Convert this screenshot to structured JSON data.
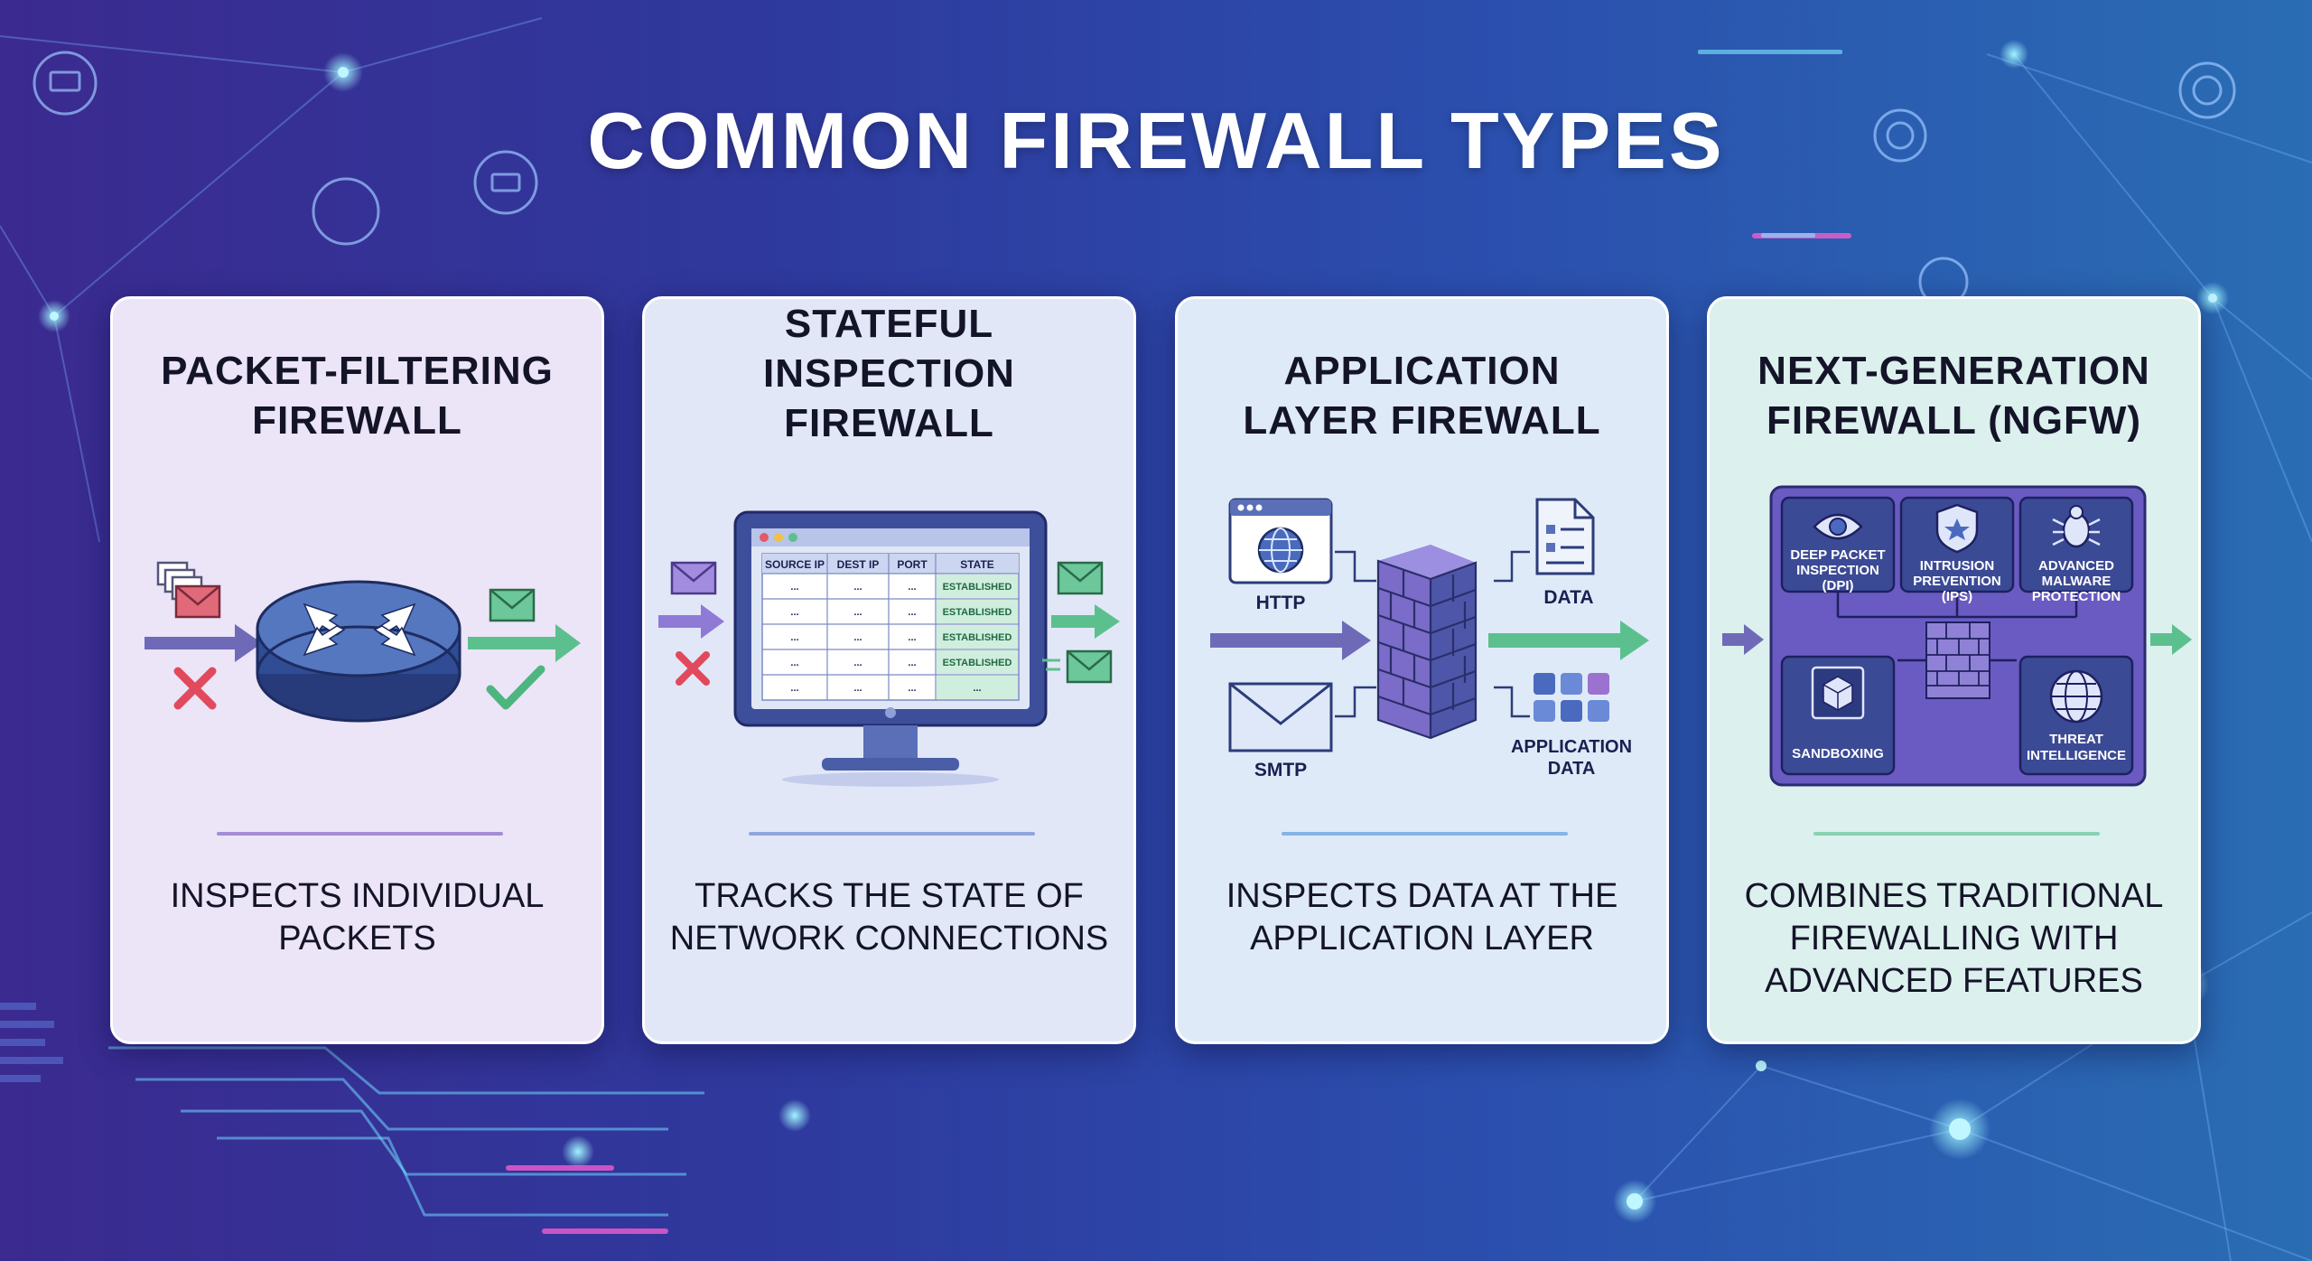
{
  "title": "COMMON FIREWALL TYPES",
  "colors": {
    "card1_bg": "#ece4f7",
    "card2_bg": "#e2e7f8",
    "card3_bg": "#dfeaf8",
    "card4_bg": "#dcf0ee",
    "divider1": "#a48cd6",
    "divider2": "#8fa7dd",
    "divider3": "#84b4e6",
    "divider4": "#86d3b1"
  },
  "cards": [
    {
      "title_lines": [
        "PACKET-FILTERING",
        "FIREWALL"
      ],
      "description_lines": [
        "INSPECTS INDIVIDUAL",
        "PACKETS"
      ],
      "icons": [
        "envelope-stack-icon",
        "router-icon",
        "deny-x-icon",
        "allow-check-icon"
      ]
    },
    {
      "title_lines": [
        "STATEFUL",
        "INSPECTION",
        "FIREWALL"
      ],
      "description_lines": [
        "TRACKS THE STATE OF",
        "NETWORK CONNECTIONS"
      ],
      "table": {
        "headers": [
          "SOURCE IP",
          "DEST IP",
          "PORT",
          "STATE"
        ],
        "rows": [
          [
            "...",
            "...",
            "...",
            "ESTABLISHED"
          ],
          [
            "...",
            "...",
            "...",
            "ESTABLISHED"
          ],
          [
            "...",
            "...",
            "...",
            "ESTABLISHED"
          ],
          [
            "...",
            "...",
            "...",
            "ESTABLISHED"
          ],
          [
            "...",
            "...",
            "...",
            "..."
          ]
        ]
      }
    },
    {
      "title_lines": [
        "APPLICATION",
        "LAYER FIREWALL"
      ],
      "description_lines": [
        "INSPECTS DATA AT THE",
        "APPLICATION LAYER"
      ],
      "labels": {
        "http": "HTTP",
        "smtp": "SMTP",
        "data": "DATA",
        "app_data_lines": [
          "APPLICATION",
          "DATA"
        ]
      }
    },
    {
      "title_lines": [
        "NEXT-GENERATION",
        "FIREWALL (NGFW)"
      ],
      "description_lines": [
        "COMBINES TRADITIONAL",
        "FIREWALLING WITH",
        "ADVANCED FEATURES"
      ],
      "modules": [
        {
          "lines": [
            "DEEP PACKET",
            "INSPECTION",
            "(DPI)"
          ],
          "icon": "eye-icon"
        },
        {
          "lines": [
            "INTRUSION",
            "PREVENTION",
            "(IPS)"
          ],
          "icon": "shield-icon"
        },
        {
          "lines": [
            "ADVANCED",
            "MALWARE",
            "PROTECTION"
          ],
          "icon": "bug-icon"
        },
        {
          "lines": [
            "SANDBOXING"
          ],
          "icon": "cube-icon"
        },
        {
          "lines": [
            "THREAT",
            "INTELLIGENCE"
          ],
          "icon": "globe-icon"
        }
      ]
    }
  ]
}
